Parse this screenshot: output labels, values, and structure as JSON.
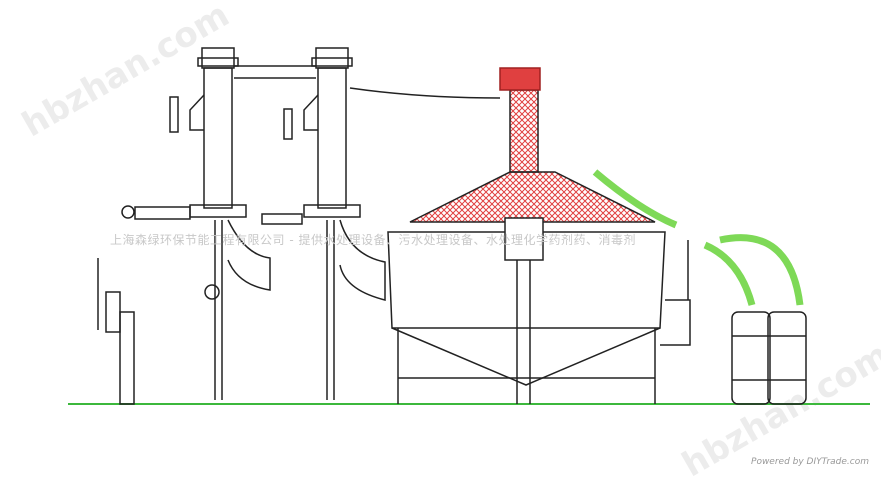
{
  "caption": "上海森绿环保节能工程有限公司 - 提供水处理设备、污水处理设备、水处理化学药剂药、消毒剂",
  "watermark": "hbzhan.com",
  "powered_by": "Powered by DIYTrade.com",
  "colors": {
    "ground": "#3cb83c",
    "hose": "#7ed957",
    "hopper": "#e04040",
    "line": "#222222"
  }
}
